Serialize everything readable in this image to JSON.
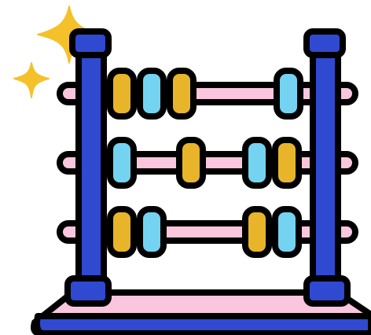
{
  "illustration": {
    "subject": "abacus-icon",
    "colors": {
      "outline": "#000000",
      "frame_blue": "#2f49d1",
      "rod_pink": "#f9c6de",
      "base_pink": "#f9c6de",
      "bead_yellow": "#e8b52a",
      "bead_cyan": "#74d3f0",
      "sparkle": "#f4c12a"
    },
    "rods": [
      {
        "beads": [
          "yellow",
          "cyan",
          "yellow",
          "cyan"
        ]
      },
      {
        "beads": [
          "cyan",
          "yellow",
          "cyan",
          "yellow"
        ]
      },
      {
        "beads": [
          "yellow",
          "cyan",
          "yellow",
          "cyan"
        ]
      }
    ]
  }
}
